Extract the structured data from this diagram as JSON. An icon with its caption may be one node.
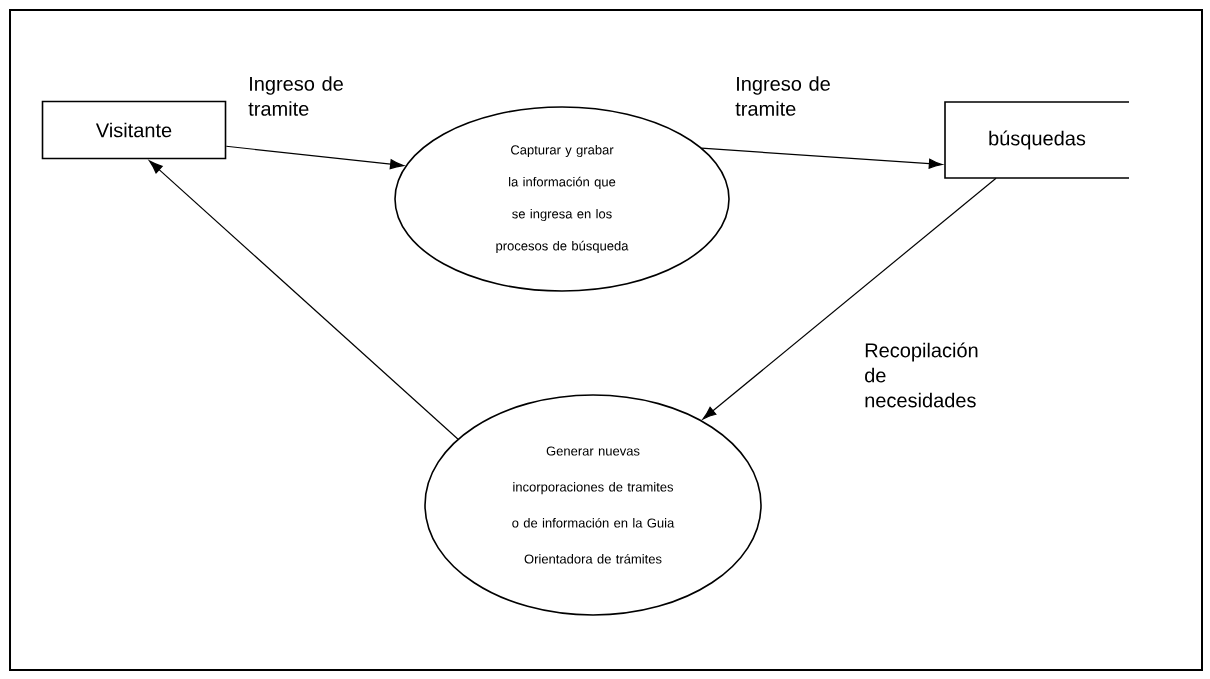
{
  "diagram": {
    "nodes": [
      {
        "text": [
          "Visitante"
        ]
      },
      {
        "text": [
          "Capturar y grabar la información que se ingresa en los procesos de búsqueda"
        ]
      },
      {
        "text": [
          "búsquedas"
        ]
      },
      {
        "text": [
          "Generar nuevas incorporaciones de tramites o de información en la Guia Orientadora de trámites"
        ]
      }
    ],
    "edges": [
      {
        "from": 0,
        "to": 1,
        "arrow": "to",
        "label": "Ingreso de tramite"
      },
      {
        "from": 1,
        "to": 2,
        "arrow": "to",
        "label": "Ingreso de tramite"
      },
      {
        "from": 2,
        "to": 3,
        "arrow": "to",
        "label": "Recopilación de necesidades"
      },
      {
        "from": 3,
        "to": 0,
        "arrow": "to"
      }
    ]
  }
}
